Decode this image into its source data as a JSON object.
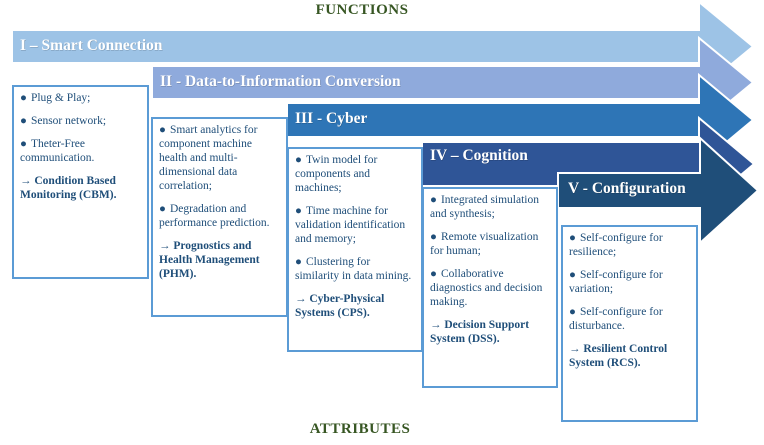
{
  "labels": {
    "functions": "FUNCTIONS",
    "attributes": "ATTRIBUTES"
  },
  "ui": {
    "bullet": "●"
  },
  "colors": {
    "level_1_fill": "#9DC3E6",
    "level_2_fill": "#8FAADC",
    "level_3_fill": "#2E75B6",
    "level_4_fill": "#2F5597",
    "level_5_fill": "#1F4E79",
    "box_border": "#5B9BD5",
    "body_text": "#1F4E79",
    "axis_title_text": "#375623",
    "band_text": "#FFFFFF"
  },
  "levels": [
    {
      "header": "I – Smart Connection",
      "bullets": [
        "Plug & Play;",
        "Sensor network;",
        "Theter-Free communication."
      ],
      "outcome": "→ Condition Based Monitoring (CBM)."
    },
    {
      "header": "II - Data-to-Information Conversion",
      "bullets": [
        "Smart analytics for component machine health and multi-dimensional data correlation;",
        "Degradation and performance prediction."
      ],
      "outcome": "→ Prognostics and Health Management (PHM)."
    },
    {
      "header": "III - Cyber",
      "bullets": [
        "Twin model for components and machines;",
        "Time machine for validation identification and memory;",
        "Clustering for similarity in data mining."
      ],
      "outcome": "→ Cyber-Physical Systems (CPS)."
    },
    {
      "header": "IV – Cognition",
      "bullets": [
        "Integrated simulation and synthesis;",
        "Remote visualization for human;",
        "Collaborative diagnostics and decision making."
      ],
      "outcome": "→ Decision Support System (DSS)."
    },
    {
      "header": "V - Configuration",
      "bullets": [
        "Self-configure for resilience;",
        "Self-configure for variation;",
        "Self-configure for disturbance."
      ],
      "outcome": "→ Resilient Control System (RCS)."
    }
  ]
}
